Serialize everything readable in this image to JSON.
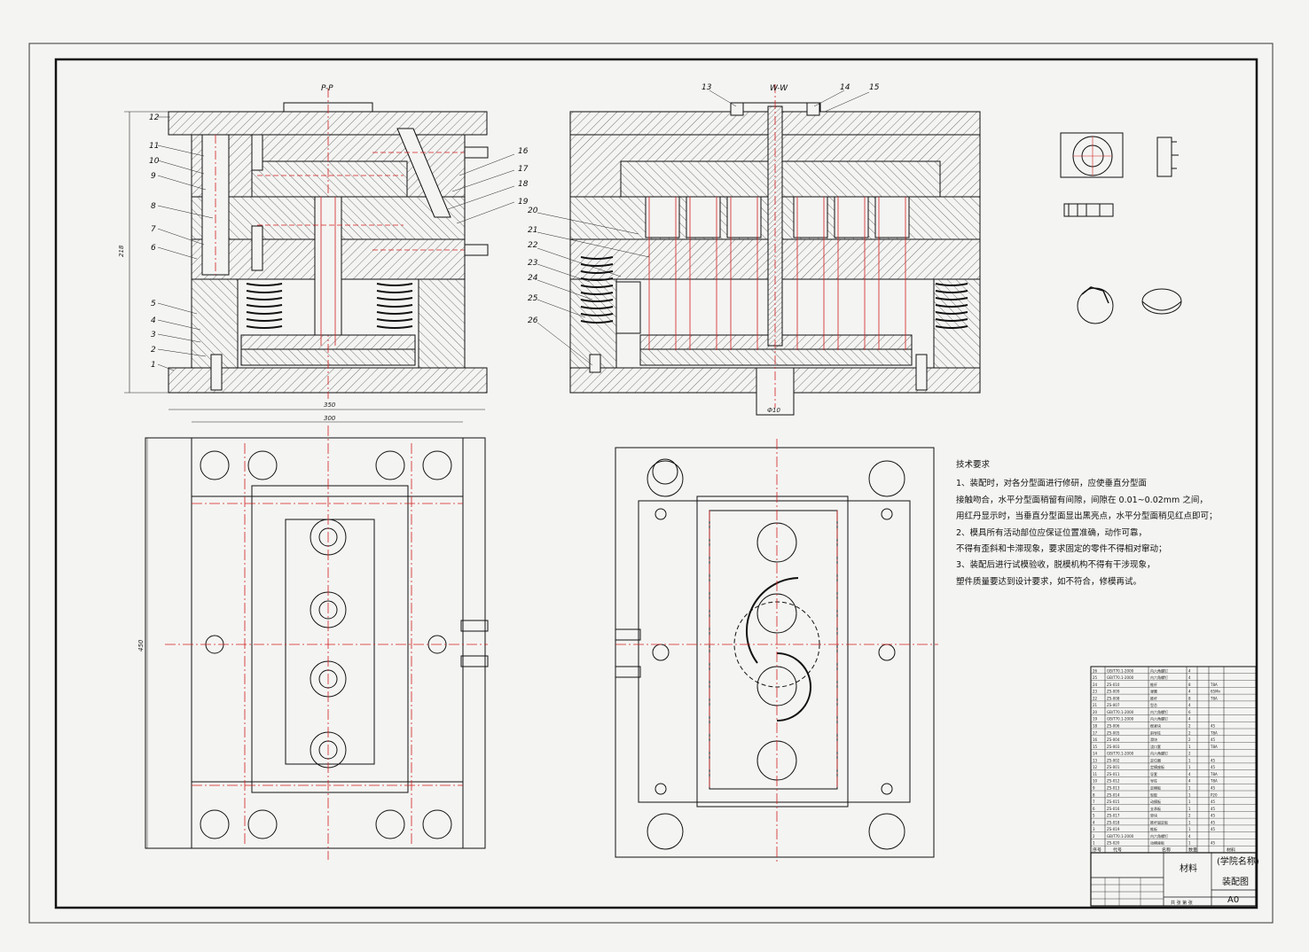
{
  "section_views": {
    "left_label": "P-P",
    "right_label": "W-W",
    "height_dim": "218",
    "right_dim": "Ф10",
    "left_part_numbers": [
      "12",
      "11",
      "10",
      "9",
      "8",
      "7",
      "6",
      "5",
      "4",
      "3",
      "2",
      "1"
    ],
    "right_part_numbers_top": [
      "13",
      "14",
      "15"
    ],
    "right_part_numbers_side": [
      "16",
      "17",
      "18",
      "19",
      "20",
      "21",
      "22",
      "23",
      "24",
      "25",
      "26"
    ]
  },
  "plan_view": {
    "width_outer": "350",
    "width_inner": "300",
    "height": "450"
  },
  "tech_requirements": {
    "title": "技术要求",
    "lines": [
      "1、装配时，对各分型面进行修研，应使垂直分型面",
      "接触吻合，水平分型面稍留有间隙，间隙在 0.01~0.02mm 之间，",
      "用红丹显示时，当垂直分型面显出黑亮点，水平分型面稍见红点即可；",
      "2、模具所有活动部位应保证位置准确，动作可靠，",
      "不得有歪斜和卡滞现象，要求固定的零件不得相对窜动；",
      "3、装配后进行试模验收，脱模机构不得有干涉现象，",
      "塑件质量要达到设计要求，如不符合，修模再试。"
    ]
  },
  "bom": {
    "rows": [
      [
        "26",
        "GB/T70.1-2000",
        "内六角螺钉",
        "4",
        "",
        "",
        "",
        ""
      ],
      [
        "25",
        "GB/T70.1-2000",
        "内六角螺钉",
        "4",
        "",
        "",
        "",
        ""
      ],
      [
        "24",
        "ZS-010",
        "推杆",
        "8",
        "",
        "T8A",
        "",
        ""
      ],
      [
        "23",
        "ZS-009",
        "弹簧",
        "4",
        "",
        "65Mn",
        "",
        ""
      ],
      [
        "22",
        "ZS-008",
        "推杆",
        "8",
        "",
        "T8A",
        "",
        ""
      ],
      [
        "21",
        "ZS-007",
        "型芯",
        "4",
        "",
        "",
        "",
        ""
      ],
      [
        "20",
        "GB/T70.1-2000",
        "内六角螺钉",
        "6",
        "",
        "",
        "",
        ""
      ],
      [
        "19",
        "GB/T70.1-2000",
        "内六角螺钉",
        "4",
        "",
        "",
        "",
        ""
      ],
      [
        "18",
        "ZS-006",
        "楔紧块",
        "2",
        "",
        "45",
        "",
        ""
      ],
      [
        "17",
        "ZS-005",
        "斜导柱",
        "2",
        "",
        "T8A",
        "",
        ""
      ],
      [
        "16",
        "ZS-004",
        "滑块",
        "2",
        "",
        "45",
        "",
        ""
      ],
      [
        "15",
        "ZS-003",
        "浇口套",
        "1",
        "",
        "T8A",
        "",
        ""
      ],
      [
        "14",
        "GB/T70.1-2000",
        "内六角螺钉",
        "2",
        "",
        "",
        "",
        ""
      ],
      [
        "13",
        "ZS-002",
        "定位圈",
        "1",
        "",
        "45",
        "",
        ""
      ],
      [
        "12",
        "ZS-001",
        "定模座板",
        "1",
        "",
        "45",
        "",
        ""
      ],
      [
        "11",
        "ZS-011",
        "导套",
        "4",
        "",
        "T8A",
        "",
        ""
      ],
      [
        "10",
        "ZS-012",
        "导柱",
        "4",
        "",
        "T8A",
        "",
        ""
      ],
      [
        "9",
        "ZS-013",
        "定模板",
        "1",
        "",
        "45",
        "",
        ""
      ],
      [
        "8",
        "ZS-014",
        "型腔",
        "1",
        "",
        "P20",
        "",
        ""
      ],
      [
        "7",
        "ZS-015",
        "动模板",
        "1",
        "",
        "45",
        "",
        ""
      ],
      [
        "6",
        "ZS-016",
        "支承板",
        "1",
        "",
        "45",
        "",
        ""
      ],
      [
        "5",
        "ZS-017",
        "垫块",
        "2",
        "",
        "45",
        "",
        ""
      ],
      [
        "4",
        "ZS-018",
        "推杆固定板",
        "1",
        "",
        "45",
        "",
        ""
      ],
      [
        "3",
        "ZS-019",
        "推板",
        "1",
        "",
        "45",
        "",
        ""
      ],
      [
        "2",
        "GB/T70.1-2000",
        "内六角螺钉",
        "4",
        "",
        "",
        "",
        ""
      ],
      [
        "1",
        "ZS-020",
        "动模座板",
        "1",
        "",
        "45",
        "",
        ""
      ]
    ],
    "header": [
      "序号",
      "代号",
      "名称",
      "数量",
      "",
      "材料",
      "",
      ""
    ]
  },
  "title_block": {
    "drawing_name": "装配图",
    "company": "(学院名称)",
    "material": "材料",
    "sheet_size": "A0",
    "scale_text": "共 张 第 张"
  },
  "colors": {
    "line": "#111111",
    "center": "#d21f1f",
    "paper": "#f4f4f2"
  }
}
